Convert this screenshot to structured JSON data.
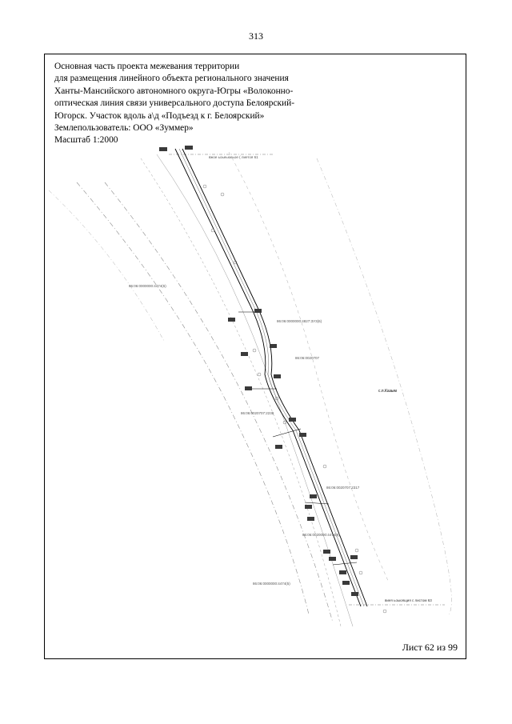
{
  "page_number": "313",
  "caption": {
    "lines": [
      "Основная часть проекта межевания территории",
      "для размещения линейного объекта  регионального значения",
      "Ханты-Мансийского автономного округа-Югры «Волоконно-",
      "оптическая линия связи универсального доступа Белоярский-",
      "Югорск. Участок вдоль а\\д «Подъезд к г. Белоярский»",
      "Землепользователь: ООО «Зуммер»",
      "Масштаб 1:2000"
    ]
  },
  "map": {
    "top_label": "вжое ьоьеьюеьое ( лиетоя 61",
    "bottom_label": "виея ьоьюящия с листом 63",
    "settlement": "с.п.Казым",
    "parcels": [
      "86:06:0000000:4474(6)",
      "86:06:0000000:4827:ЗУ3(6)",
      "86:06:0020707",
      "86:06:0020707:2238",
      "86:06:0020707:2317",
      "86:06:0020000:4474(9)",
      "86:06:0000000:4474(5)"
    ],
    "colors": {
      "line": "#000000",
      "boundary": "#8a8a8a",
      "marker": "#3a3a3a"
    }
  },
  "sheet_label": "Лист 62 из 99"
}
